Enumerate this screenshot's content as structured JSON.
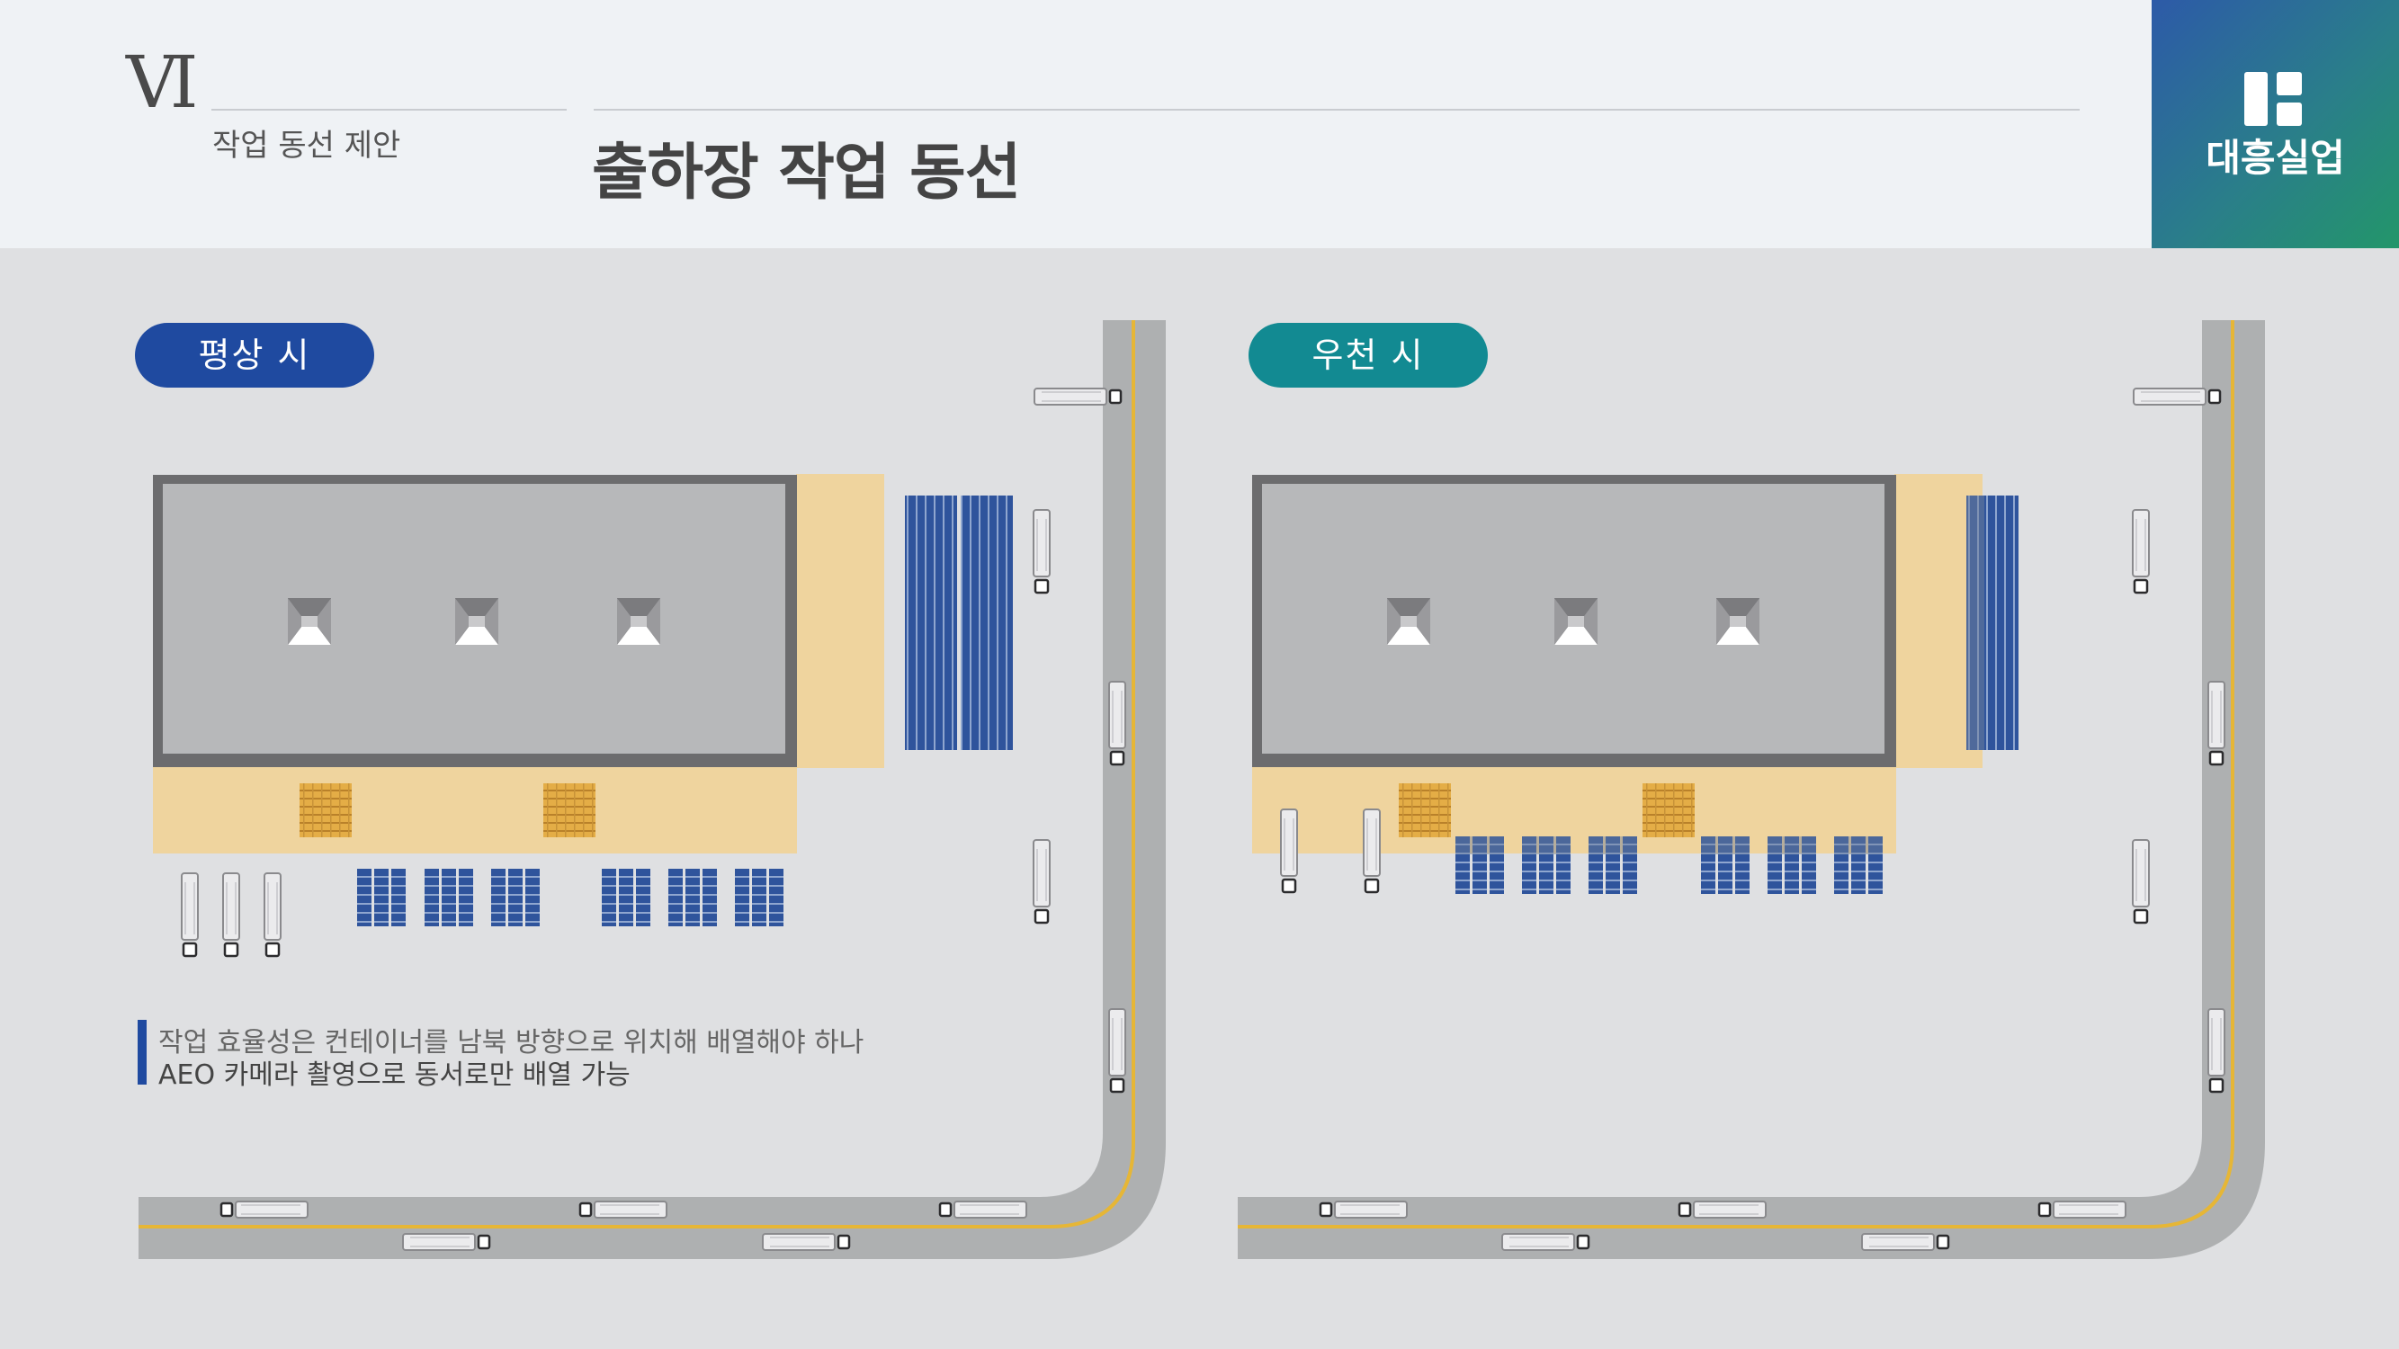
{
  "header": {
    "roman_numeral": "Ⅵ",
    "section_label": "작업 동선 제안",
    "page_title": "출하장 작업 동선"
  },
  "brand": {
    "name": "대흥실업",
    "logo_icon": "daeheung-logo-icon",
    "gradient_colors": [
      "#2d5aa8",
      "#23966a"
    ]
  },
  "scenarios": [
    {
      "label": "평상 시",
      "color": "#1f4aa0"
    },
    {
      "label": "우천 시",
      "color": "#128a92"
    }
  ],
  "note": {
    "line1": "작업 효율성은 컨테이너를 남북 방향으로 위치해 배열해야 하나",
    "line2": "AEO 카메라 촬영으로 동서로만 배열 가능"
  },
  "colors": {
    "background": "#dfe0e2",
    "roof": "#b7b8ba",
    "roof_border": "#6c6c6e",
    "loading_dock": "#efd49e",
    "road": "#aeb0b1",
    "road_centerline": "#e6b636",
    "container": "#2f549c",
    "pallet": "#e0a842",
    "accent_blue": "#1f4aa0",
    "accent_teal": "#128a92"
  }
}
